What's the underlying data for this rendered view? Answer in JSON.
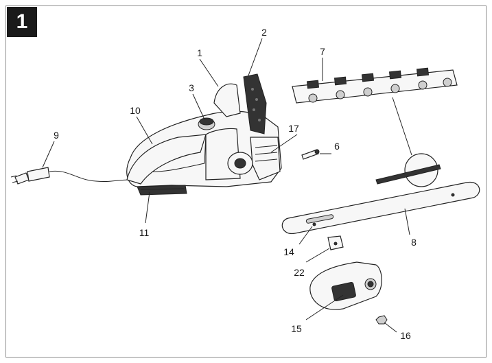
{
  "figure_number": "1",
  "callouts": {
    "c1": "1",
    "c2": "2",
    "c3": "3",
    "c6": "6",
    "c7": "7",
    "c8": "8",
    "c9": "9",
    "c10": "10",
    "c11": "11",
    "c14": "14",
    "c15": "15",
    "c16": "16",
    "c17": "17",
    "c22": "22"
  }
}
